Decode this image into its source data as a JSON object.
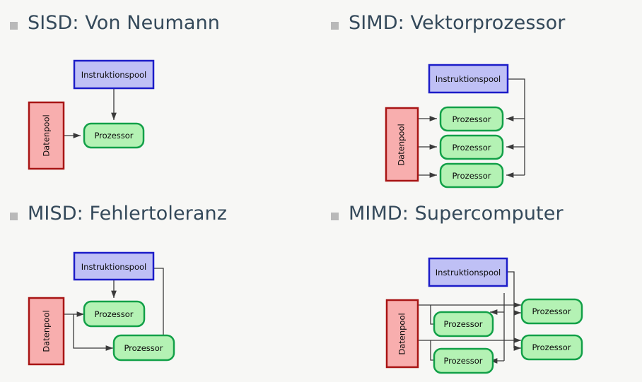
{
  "slide": {
    "background_color": "#f7f7f5",
    "bullet_color": "#b9b9b9",
    "heading_color": "#34495a"
  },
  "palette": {
    "instruction_fill": "#bfc0f5",
    "instruction_stroke": "#1c1cc8",
    "data_fill": "#f8aeae",
    "data_stroke": "#a81414",
    "processor_fill": "#b4f2b4",
    "processor_stroke": "#12a048",
    "connector": "#3a3a3a"
  },
  "labels": {
    "instruction_pool": "Instruktionspool",
    "data_pool": "Datenpool",
    "processor": "Prozessor"
  },
  "quadrants": [
    {
      "id": "sisd",
      "title": "SISD: Von Neumann",
      "instruction_pools": 1,
      "data_pools": 1,
      "processors": 1
    },
    {
      "id": "simd",
      "title": "SIMD: Vektorprozessor",
      "instruction_pools": 1,
      "data_pools": 1,
      "processors": 3
    },
    {
      "id": "misd",
      "title": "MISD: Fehlertoleranz",
      "instruction_pools": 1,
      "data_pools": 1,
      "processors": 2
    },
    {
      "id": "mimd",
      "title": "MIMD: Supercomputer",
      "instruction_pools": 1,
      "data_pools": 1,
      "processors": 4
    }
  ]
}
